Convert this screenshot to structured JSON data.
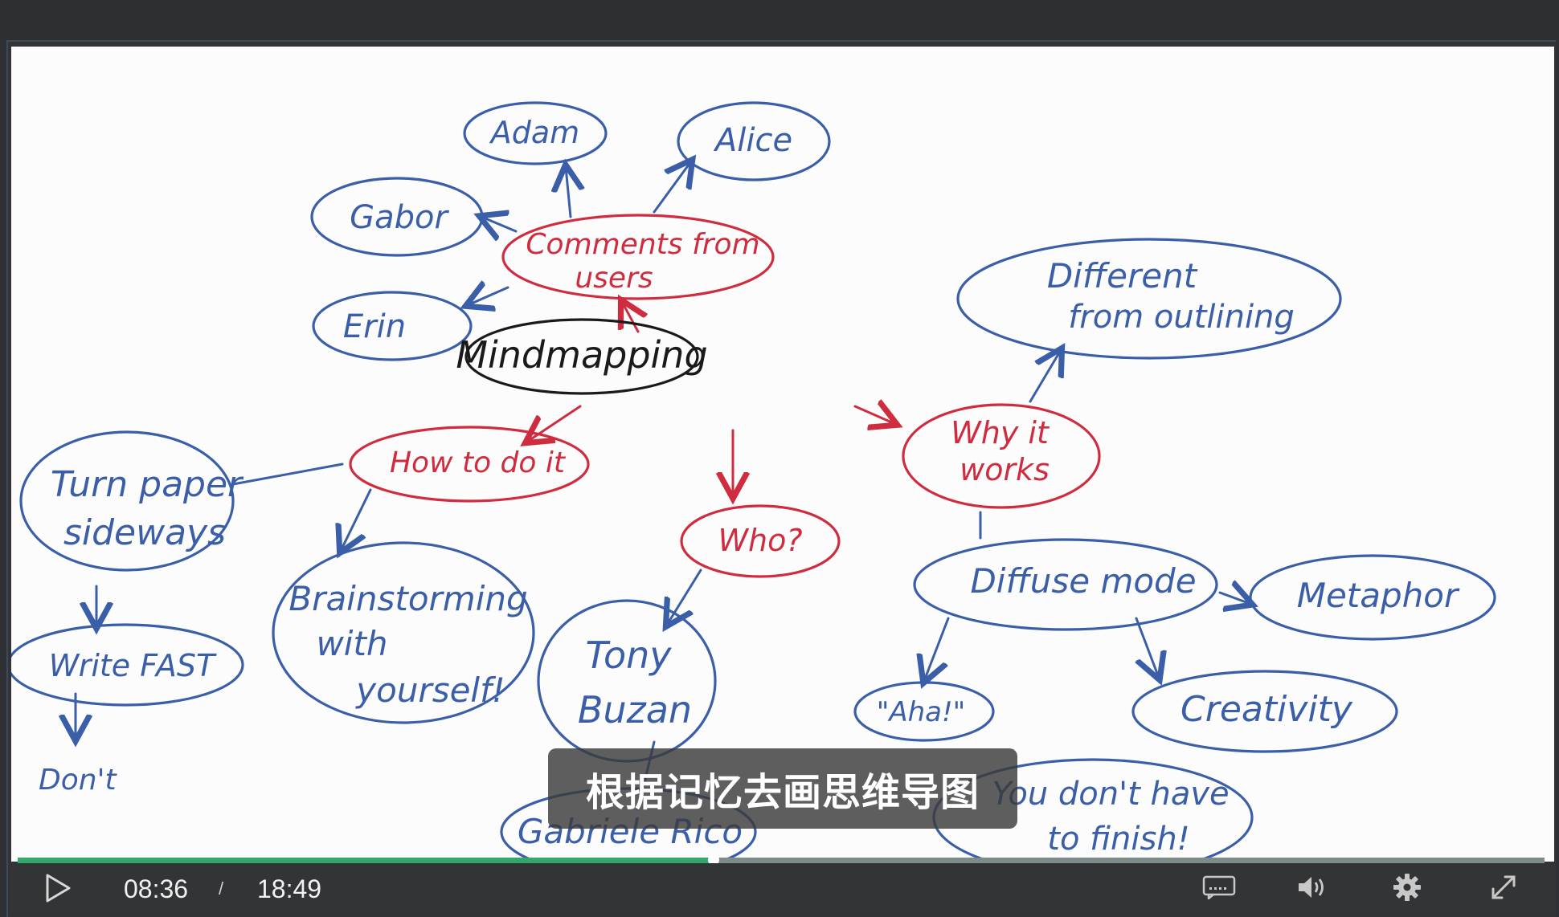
{
  "mindmap": {
    "center": "Mindmapping",
    "comments": {
      "label_line1": "Comments from",
      "label_line2": "users"
    },
    "users": [
      "Adam",
      "Alice",
      "Gabor",
      "Erin"
    ],
    "different": {
      "line1": "Different",
      "line2": "from outlining"
    },
    "how": "How to do it",
    "why": {
      "line1": "Why it",
      "line2": "works"
    },
    "who": "Who?",
    "turn": {
      "line1": "Turn paper",
      "line2": "sideways"
    },
    "write": "Write FAST",
    "dont": "Don't",
    "brainstorm": {
      "line1": "Brainstorming",
      "line2": "with",
      "line3": "yourself!"
    },
    "tony": {
      "line1": "Tony",
      "line2": "Buzan"
    },
    "gabriele": "Gabriele Rico",
    "diffuse": "Diffuse mode",
    "metaphor": "Metaphor",
    "aha": "\"Aha!\"",
    "creativity": "Creativity",
    "finish": {
      "line1": "You don't have",
      "line2": "to finish!"
    }
  },
  "subtitle": "根据记忆去画思维导图",
  "player": {
    "current_time": "08:36",
    "separator": "/",
    "duration": "18:49",
    "progress": 0.456
  },
  "colors": {
    "ink_blue": "#3b5ea8",
    "ink_red": "#cf2d3f",
    "ink_black": "#1a1a1a",
    "progress": "#33a86a"
  },
  "icons": [
    "play-icon",
    "subtitles-icon",
    "volume-icon",
    "settings-gear-icon",
    "fullscreen-icon"
  ]
}
